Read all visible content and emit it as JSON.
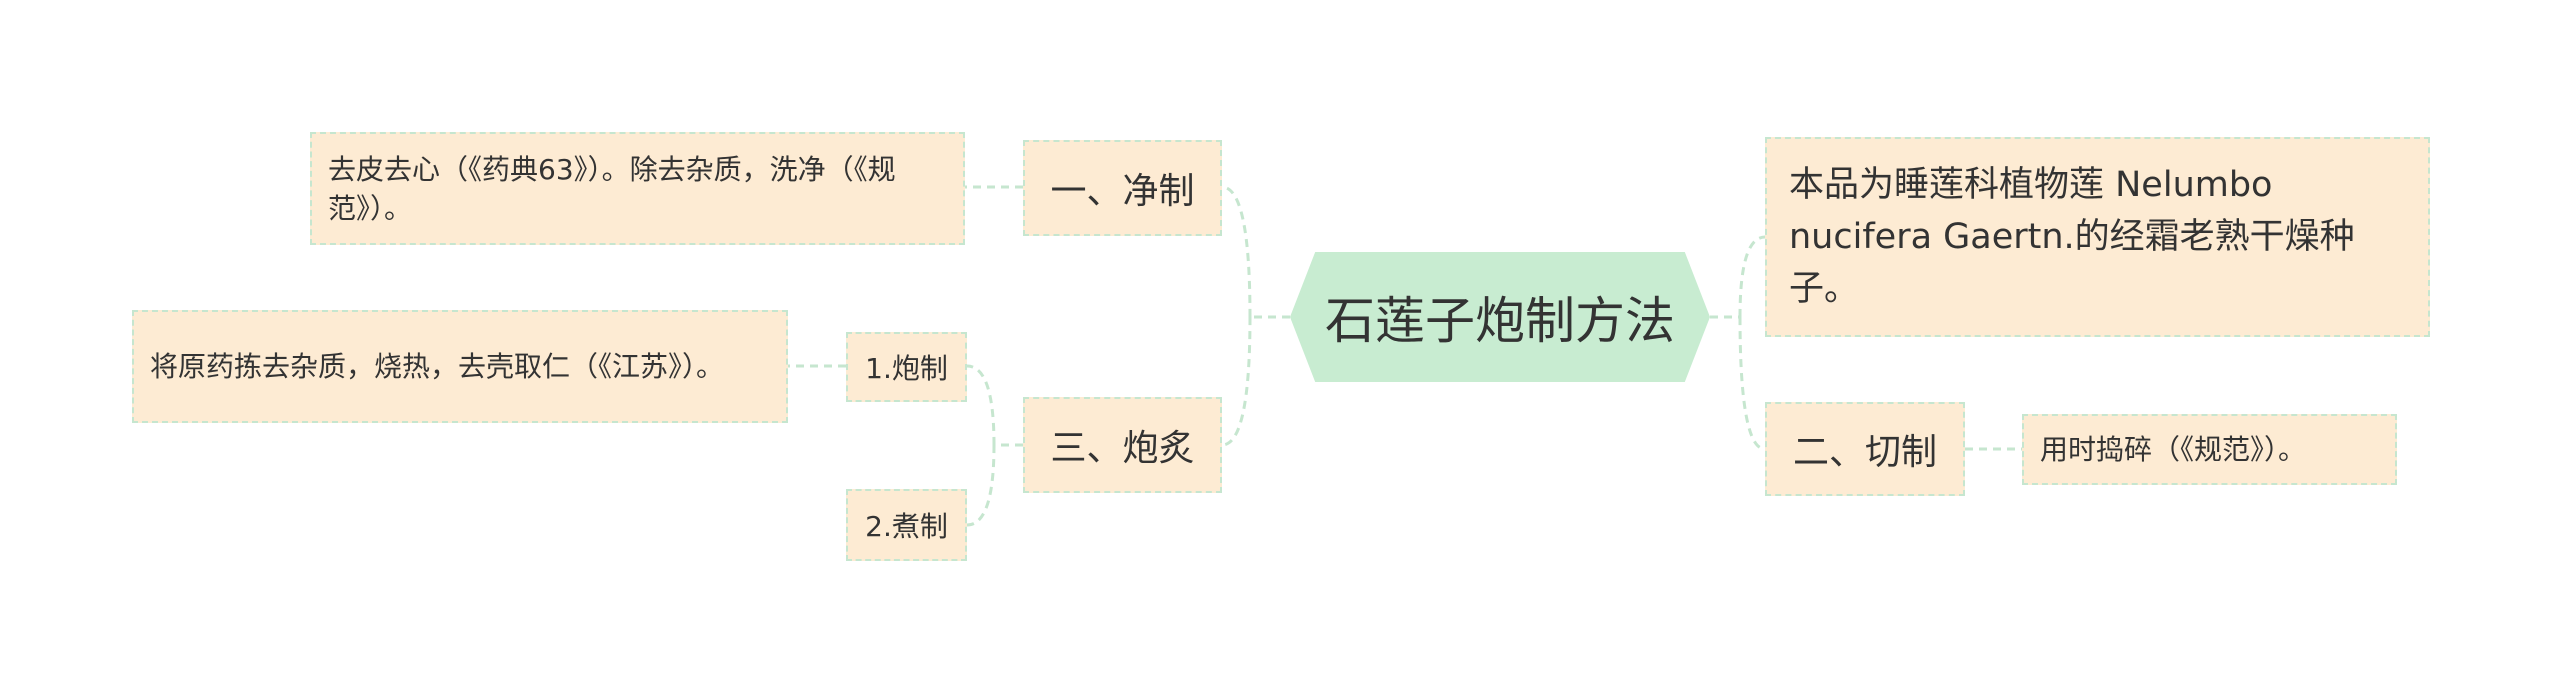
{
  "root": {
    "title": "石莲子炮制方法"
  },
  "left_branches": [
    {
      "label": "一、净制",
      "note": "去皮去心（《药典63》）。除去杂质，洗净（《规范》）。"
    },
    {
      "label": "三、炮炙",
      "children": [
        {
          "label": "1.炮制",
          "note": "将原药拣去杂质，烧热，去壳取仁（《江苏》）。"
        },
        {
          "label": "2.煮制"
        }
      ]
    }
  ],
  "right_branches": [
    {
      "text": "本品为睡莲科植物莲 Nelumbo nucifera Gaertn.的经霜老熟干燥种子。"
    },
    {
      "label": "二、切制",
      "note": "用时捣碎（《规范》）。"
    }
  ],
  "colors": {
    "root_fill": "#c8ecd1",
    "node_fill": "#fdebd3",
    "node_border": "#c6e6cf",
    "connector": "#c6e6cf",
    "text": "#333333"
  }
}
